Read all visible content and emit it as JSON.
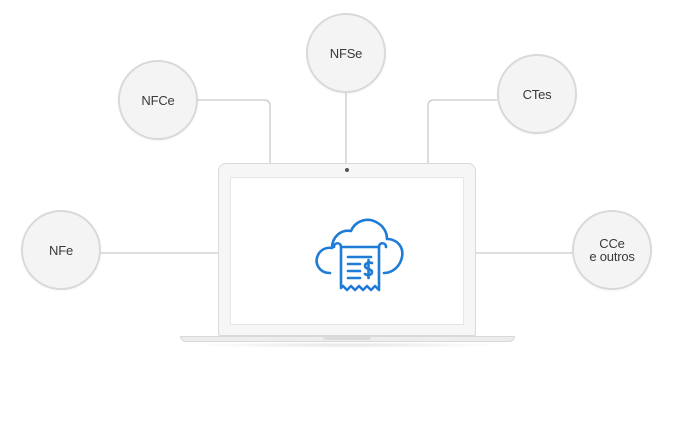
{
  "nodes": {
    "nfse": "NFSe",
    "nfce": "NFCe",
    "ctes": "CTes",
    "nfe": "NFe",
    "cce_line1": "CCe",
    "cce_line2": "e outros"
  },
  "icons": {
    "center": "cloud-receipt-dollar-icon",
    "device": "laptop-icon"
  },
  "colors": {
    "icon": "#1f7bd6",
    "node_fill": "#f4f4f4",
    "node_border": "#d9d9d9",
    "connector": "#c9c9c9",
    "text": "#3a3a3a"
  }
}
